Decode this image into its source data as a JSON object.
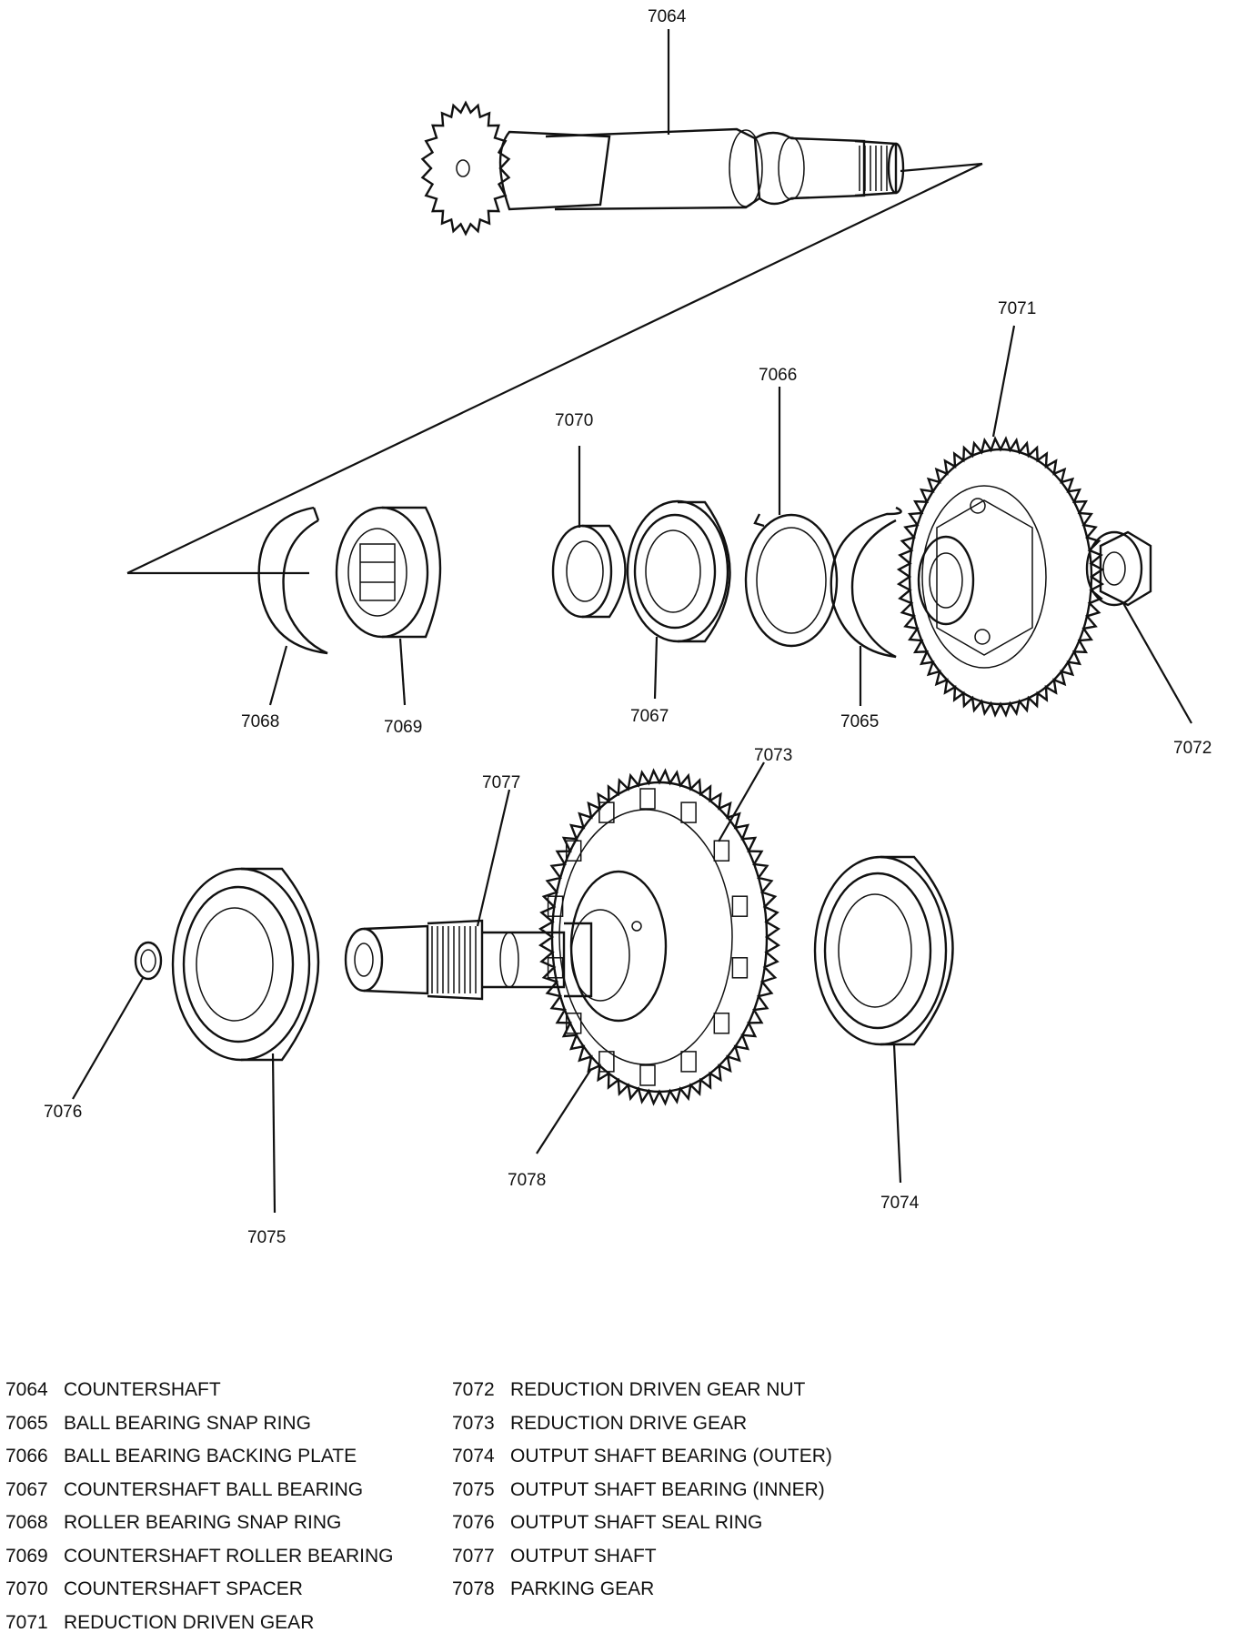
{
  "callouts": {
    "c7064": "7064",
    "c7071": "7071",
    "c7066": "7066",
    "c7070": "7070",
    "c7068": "7068",
    "c7069": "7069",
    "c7067": "7067",
    "c7065": "7065",
    "c7072": "7072",
    "c7077": "7077",
    "c7073": "7073",
    "c7076": "7076",
    "c7078": "7078",
    "c7075": "7075",
    "c7074": "7074"
  },
  "legend": {
    "left": [
      {
        "num": "7064",
        "name": "COUNTERSHAFT"
      },
      {
        "num": "7065",
        "name": "BALL BEARING SNAP RING"
      },
      {
        "num": "7066",
        "name": "BALL BEARING BACKING PLATE"
      },
      {
        "num": "7067",
        "name": "COUNTERSHAFT BALL BEARING"
      },
      {
        "num": "7068",
        "name": "ROLLER BEARING SNAP RING"
      },
      {
        "num": "7069",
        "name": "COUNTERSHAFT ROLLER BEARING"
      },
      {
        "num": "7070",
        "name": "COUNTERSHAFT SPACER"
      },
      {
        "num": "7071",
        "name": "REDUCTION DRIVEN GEAR"
      }
    ],
    "right": [
      {
        "num": "7072",
        "name": "REDUCTION DRIVEN GEAR NUT"
      },
      {
        "num": "7073",
        "name": "REDUCTION DRIVE GEAR"
      },
      {
        "num": "7074",
        "name": "OUTPUT SHAFT BEARING (OUTER)"
      },
      {
        "num": "7075",
        "name": "OUTPUT SHAFT BEARING (INNER)"
      },
      {
        "num": "7076",
        "name": "OUTPUT SHAFT SEAL RING"
      },
      {
        "num": "7077",
        "name": "OUTPUT SHAFT"
      },
      {
        "num": "7078",
        "name": "PARKING GEAR"
      }
    ]
  }
}
